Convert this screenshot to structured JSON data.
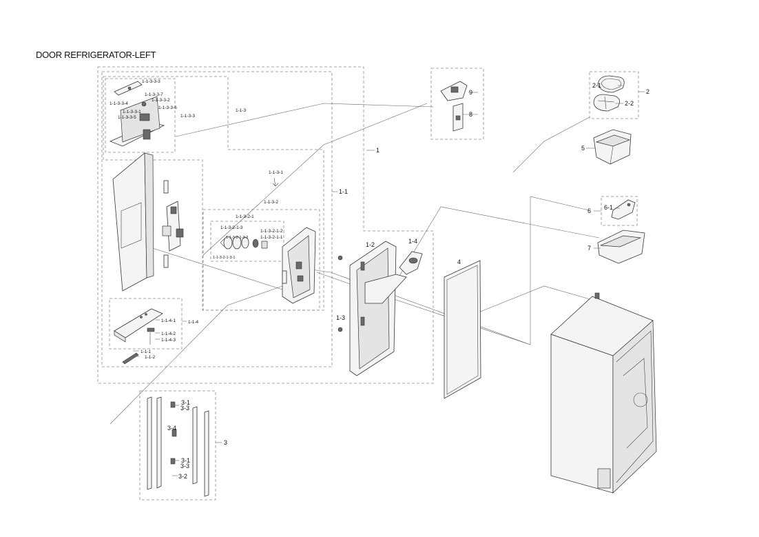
{
  "title": "DOOR REFRIGERATOR-LEFT",
  "labels": {
    "p1": "1",
    "p1_1": "1-1",
    "p1_1_1": "1-1-1",
    "p1_1_2": "1-1-2",
    "p1_1_3": "1-1-3",
    "p1_1_3_1": "1-1-3-1",
    "p1_1_3_2": "1-1-3-2",
    "p1_1_3_2_1": "1-1-3-2-1",
    "p1_1_3_2_1_1": "1-1-3-2-1-1",
    "p1_1_3_2_1_2": "1-1-3-2-1-2",
    "p1_1_3_2_1_3": "1-1-3-2-1-3",
    "p1_1_3_2_1_3_1": "1-1-3-2-1-3-1",
    "p1_1_3_2_1_3_2": "1-1-3-2-1-3-2",
    "p1_1_3_3": "1-1-3-3",
    "p1_1_3_3_1": "1-1-3-3-1",
    "p1_1_3_3_2": "1-1-3-3-2",
    "p1_1_3_3_3": "1-1-3-3-3",
    "p1_1_3_3_4": "1-1-3-3-4",
    "p1_1_3_3_5": "1-1-3-3-5",
    "p1_1_3_3_6": "1-1-3-3-6",
    "p1_1_3_3_7": "1-1-3-3-7",
    "p1_1_4": "1-1-4",
    "p1_1_4_1": "1-1-4-1",
    "p1_1_4_2": "1-1-4-2",
    "p1_1_4_3": "1-1-4-3",
    "p1_2": "1-2",
    "p1_3": "1-3",
    "p1_4": "1-4",
    "p2": "2",
    "p2_1": "2-1",
    "p2_2": "2-2",
    "p3": "3",
    "p3_1a": "3-1",
    "p3_1b": "3-1",
    "p3_2": "3-2",
    "p3_3a": "3-3",
    "p3_3b": "3-3",
    "p3_4": "3-4",
    "p4": "4",
    "p5": "5",
    "p6": "6",
    "p6_1": "6-1",
    "p7": "7",
    "p8": "8",
    "p9": "9"
  }
}
